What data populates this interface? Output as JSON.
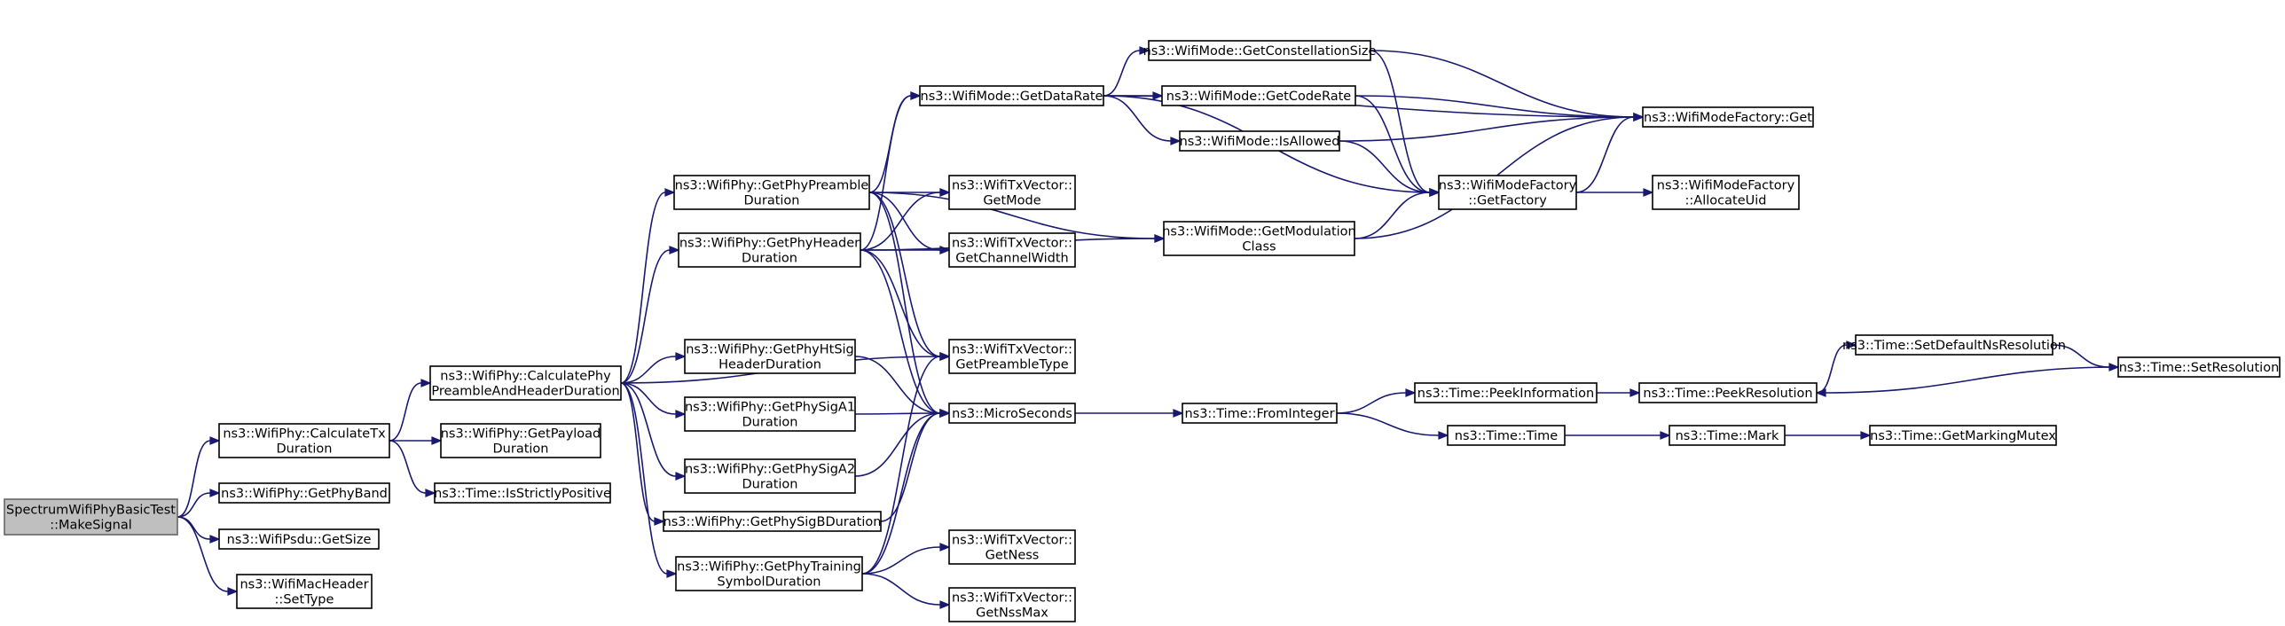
{
  "colors": {
    "edge": "#191970",
    "node_fill": "#ffffff",
    "root_fill": "#bfbfbf",
    "root_border": "#666666"
  },
  "nodes": [
    {
      "id": "root",
      "lines": [
        "SpectrumWifiPhyBasicTest",
        "::MakeSignal"
      ],
      "interactable": false
    },
    {
      "id": "calcTx",
      "lines": [
        "ns3::WifiPhy::CalculateTx",
        "Duration"
      ],
      "interactable": true
    },
    {
      "id": "getPhyBand",
      "lines": [
        "ns3::WifiPhy::GetPhyBand"
      ],
      "interactable": true
    },
    {
      "id": "psduGetSize",
      "lines": [
        "ns3::WifiPsdu::GetSize"
      ],
      "interactable": true
    },
    {
      "id": "macSetType",
      "lines": [
        "ns3::WifiMacHeader",
        "::SetType"
      ],
      "interactable": true
    },
    {
      "id": "calcPreamble",
      "lines": [
        "ns3::WifiPhy::CalculatePhy",
        "PreambleAndHeaderDuration"
      ],
      "interactable": true
    },
    {
      "id": "getPayload",
      "lines": [
        "ns3::WifiPhy::GetPayload",
        "Duration"
      ],
      "interactable": true
    },
    {
      "id": "isStrictlyPositive",
      "lines": [
        "ns3::Time::IsStrictlyPositive"
      ],
      "interactable": true
    },
    {
      "id": "getPreambleDur",
      "lines": [
        "ns3::WifiPhy::GetPhyPreamble",
        "Duration"
      ],
      "interactable": true
    },
    {
      "id": "getHeaderDur",
      "lines": [
        "ns3::WifiPhy::GetPhyHeader",
        "Duration"
      ],
      "interactable": true
    },
    {
      "id": "getHtSig",
      "lines": [
        "ns3::WifiPhy::GetPhyHtSig",
        "HeaderDuration"
      ],
      "interactable": true
    },
    {
      "id": "getSigA1",
      "lines": [
        "ns3::WifiPhy::GetPhySigA1",
        "Duration"
      ],
      "interactable": true
    },
    {
      "id": "getSigA2",
      "lines": [
        "ns3::WifiPhy::GetPhySigA2",
        "Duration"
      ],
      "interactable": true
    },
    {
      "id": "getSigB",
      "lines": [
        "ns3::WifiPhy::GetPhySigBDuration"
      ],
      "interactable": true
    },
    {
      "id": "getTraining",
      "lines": [
        "ns3::WifiPhy::GetPhyTraining",
        "SymbolDuration"
      ],
      "interactable": true
    },
    {
      "id": "getDataRate",
      "lines": [
        "ns3::WifiMode::GetDataRate"
      ],
      "interactable": true
    },
    {
      "id": "txGetMode",
      "lines": [
        "ns3::WifiTxVector::",
        "GetMode"
      ],
      "interactable": true
    },
    {
      "id": "txGetChannelWidth",
      "lines": [
        "ns3::WifiTxVector::",
        "GetChannelWidth"
      ],
      "interactable": true
    },
    {
      "id": "txGetPreambleType",
      "lines": [
        "ns3::WifiTxVector::",
        "GetPreambleType"
      ],
      "interactable": true
    },
    {
      "id": "microSeconds",
      "lines": [
        "ns3::MicroSeconds"
      ],
      "interactable": true
    },
    {
      "id": "txGetNess",
      "lines": [
        "ns3::WifiTxVector::",
        "GetNess"
      ],
      "interactable": true
    },
    {
      "id": "txGetNssMax",
      "lines": [
        "ns3::WifiTxVector::",
        "GetNssMax"
      ],
      "interactable": true
    },
    {
      "id": "getConstellation",
      "lines": [
        "ns3::WifiMode::GetConstellationSize"
      ],
      "interactable": true
    },
    {
      "id": "getCodeRate",
      "lines": [
        "ns3::WifiMode::GetCodeRate"
      ],
      "interactable": true
    },
    {
      "id": "isAllowed",
      "lines": [
        "ns3::WifiMode::IsAllowed"
      ],
      "interactable": true
    },
    {
      "id": "getModClass",
      "lines": [
        "ns3::WifiMode::GetModulation",
        "Class"
      ],
      "interactable": true
    },
    {
      "id": "factoryGet",
      "lines": [
        "ns3::WifiModeFactory::Get"
      ],
      "interactable": true
    },
    {
      "id": "getFactory",
      "lines": [
        "ns3::WifiModeFactory",
        "::GetFactory"
      ],
      "interactable": true
    },
    {
      "id": "allocateUid",
      "lines": [
        "ns3::WifiModeFactory",
        "::AllocateUid"
      ],
      "interactable": true
    },
    {
      "id": "fromInteger",
      "lines": [
        "ns3::Time::FromInteger"
      ],
      "interactable": true
    },
    {
      "id": "peekInfo",
      "lines": [
        "ns3::Time::PeekInformation"
      ],
      "interactable": true
    },
    {
      "id": "timeTime",
      "lines": [
        "ns3::Time::Time"
      ],
      "interactable": true
    },
    {
      "id": "peekRes",
      "lines": [
        "ns3::Time::PeekResolution"
      ],
      "interactable": true
    },
    {
      "id": "timeMark",
      "lines": [
        "ns3::Time::Mark"
      ],
      "interactable": true
    },
    {
      "id": "setDefaultNsRes",
      "lines": [
        "ns3::Time::SetDefaultNsResolution"
      ],
      "interactable": true
    },
    {
      "id": "setResolution",
      "lines": [
        "ns3::Time::SetResolution"
      ],
      "interactable": true
    },
    {
      "id": "getMarkingMutex",
      "lines": [
        "ns3::Time::GetMarkingMutex"
      ],
      "interactable": true
    }
  ],
  "edges": [
    [
      "root",
      "calcTx"
    ],
    [
      "root",
      "getPhyBand"
    ],
    [
      "root",
      "psduGetSize"
    ],
    [
      "root",
      "macSetType"
    ],
    [
      "calcTx",
      "calcPreamble"
    ],
    [
      "calcTx",
      "getPayload"
    ],
    [
      "calcTx",
      "isStrictlyPositive"
    ],
    [
      "calcPreamble",
      "getPreambleDur"
    ],
    [
      "calcPreamble",
      "getHeaderDur"
    ],
    [
      "calcPreamble",
      "getHtSig"
    ],
    [
      "calcPreamble",
      "getSigA1"
    ],
    [
      "calcPreamble",
      "getSigA2"
    ],
    [
      "calcPreamble",
      "getSigB"
    ],
    [
      "calcPreamble",
      "getTraining"
    ],
    [
      "calcPreamble",
      "txGetPreambleType"
    ],
    [
      "getPreambleDur",
      "getDataRate"
    ],
    [
      "getPreambleDur",
      "txGetMode"
    ],
    [
      "getPreambleDur",
      "txGetChannelWidth"
    ],
    [
      "getPreambleDur",
      "txGetPreambleType"
    ],
    [
      "getPreambleDur",
      "microSeconds"
    ],
    [
      "getPreambleDur",
      "getModClass"
    ],
    [
      "getHeaderDur",
      "getDataRate"
    ],
    [
      "getHeaderDur",
      "txGetMode"
    ],
    [
      "getHeaderDur",
      "txGetChannelWidth"
    ],
    [
      "getHeaderDur",
      "txGetPreambleType"
    ],
    [
      "getHeaderDur",
      "microSeconds"
    ],
    [
      "getHeaderDur",
      "getModClass"
    ],
    [
      "getHtSig",
      "microSeconds"
    ],
    [
      "getSigA1",
      "microSeconds"
    ],
    [
      "getSigA2",
      "microSeconds"
    ],
    [
      "getSigB",
      "microSeconds"
    ],
    [
      "getTraining",
      "microSeconds"
    ],
    [
      "getTraining",
      "txGetPreambleType"
    ],
    [
      "getTraining",
      "txGetNess"
    ],
    [
      "getTraining",
      "txGetNssMax"
    ],
    [
      "getDataRate",
      "getConstellation"
    ],
    [
      "getDataRate",
      "getCodeRate"
    ],
    [
      "getDataRate",
      "isAllowed"
    ],
    [
      "getDataRate",
      "factoryGet"
    ],
    [
      "getDataRate",
      "getFactory"
    ],
    [
      "getConstellation",
      "factoryGet"
    ],
    [
      "getConstellation",
      "getFactory"
    ],
    [
      "getCodeRate",
      "factoryGet"
    ],
    [
      "getCodeRate",
      "getFactory"
    ],
    [
      "isAllowed",
      "factoryGet"
    ],
    [
      "isAllowed",
      "getFactory"
    ],
    [
      "getModClass",
      "getFactory"
    ],
    [
      "getModClass",
      "factoryGet"
    ],
    [
      "getFactory",
      "factoryGet"
    ],
    [
      "getFactory",
      "allocateUid"
    ],
    [
      "microSeconds",
      "fromInteger"
    ],
    [
      "fromInteger",
      "peekInfo"
    ],
    [
      "fromInteger",
      "timeTime"
    ],
    [
      "peekInfo",
      "peekRes"
    ],
    [
      "timeTime",
      "timeMark"
    ],
    [
      "timeMark",
      "getMarkingMutex"
    ],
    [
      "peekRes",
      "setDefaultNsRes"
    ],
    [
      "setDefaultNsRes",
      "setResolution"
    ],
    [
      "setResolution",
      "peekRes"
    ]
  ]
}
